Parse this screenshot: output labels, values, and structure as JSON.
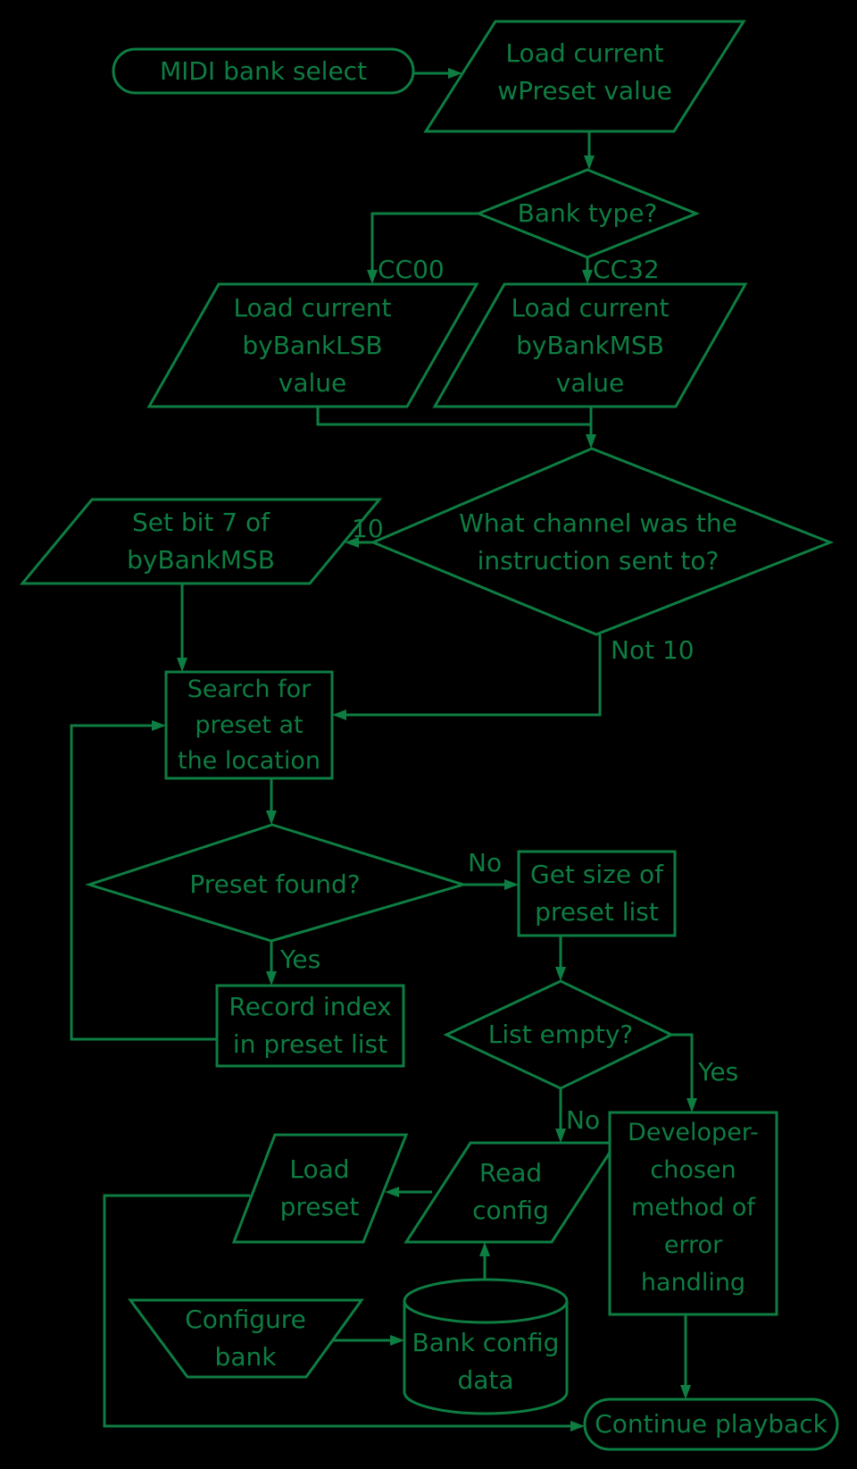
{
  "diagram": {
    "title": "MIDI bank select flowchart",
    "colors": {
      "background": "#000000",
      "stroke": "#0e7d42"
    },
    "nodes": {
      "start": {
        "type": "terminator",
        "lines": [
          "MIDI bank select"
        ]
      },
      "load_wpreset": {
        "type": "io",
        "lines": [
          "Load current",
          "wPreset value"
        ]
      },
      "bank_type": {
        "type": "decision",
        "lines": [
          "Bank type?"
        ]
      },
      "load_lsb": {
        "type": "io",
        "lines": [
          "Load current",
          "byBankLSB",
          "value"
        ]
      },
      "load_msb": {
        "type": "io",
        "lines": [
          "Load current",
          "byBankMSB",
          "value"
        ]
      },
      "channel": {
        "type": "decision",
        "lines": [
          "What channel was the",
          "instruction sent to?"
        ]
      },
      "set_bit7": {
        "type": "io",
        "lines": [
          "Set bit 7 of",
          "byBankMSB"
        ]
      },
      "search": {
        "type": "process",
        "lines": [
          "Search for",
          "preset at",
          "the location"
        ]
      },
      "preset_found": {
        "type": "decision",
        "lines": [
          "Preset found?"
        ]
      },
      "get_size": {
        "type": "process",
        "lines": [
          "Get size of",
          "preset list"
        ]
      },
      "record_index": {
        "type": "process",
        "lines": [
          "Record index",
          "in preset list"
        ]
      },
      "list_empty": {
        "type": "decision",
        "lines": [
          "List empty?"
        ]
      },
      "load_preset": {
        "type": "io",
        "lines": [
          "Load",
          "preset"
        ]
      },
      "read_config": {
        "type": "io",
        "lines": [
          "Read",
          "config"
        ]
      },
      "error_handling": {
        "type": "process",
        "lines": [
          "Developer-",
          "chosen",
          "method of",
          "error",
          "handling"
        ]
      },
      "configure_bank": {
        "type": "manual-op",
        "lines": [
          "Configure",
          "bank"
        ]
      },
      "bank_config": {
        "type": "datastore",
        "lines": [
          "Bank config",
          "data"
        ]
      },
      "end": {
        "type": "terminator",
        "lines": [
          "Continue playback"
        ]
      }
    },
    "edge_labels": {
      "cc00": "CC00",
      "cc32": "CC32",
      "ch10": "10",
      "not10": "Not 10",
      "found_yes": "Yes",
      "found_no": "No",
      "empty_yes": "Yes",
      "empty_no": "No"
    }
  }
}
